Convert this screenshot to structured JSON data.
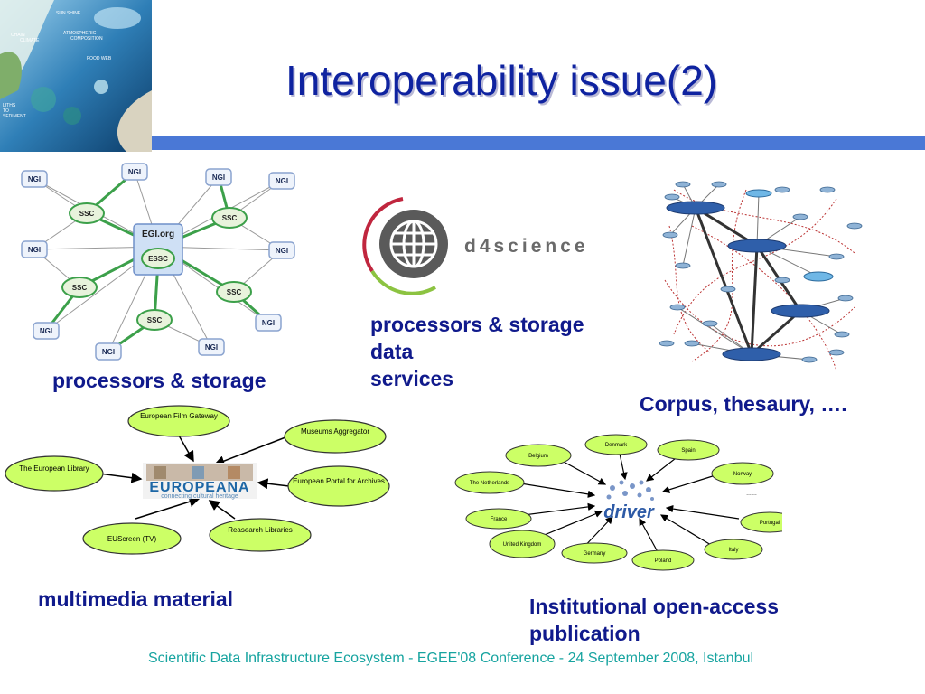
{
  "slide": {
    "title": "Interoperability issue(2)",
    "footer": "Scientific Data Infrastructure Ecosystem - EGEE'08 Conference - 24 September 2008, Istanbul"
  },
  "corner_image": {
    "labels": [
      "SUN SHINE",
      "CHAIN",
      "ATMOSPHERIC",
      "COMPOSITION",
      "CLIMATE",
      "FOOD WEB",
      "LITHS",
      "TO",
      "SEDIMENT"
    ]
  },
  "egi_diagram": {
    "hub_title": "EGI.org",
    "hub_core": "ESSC",
    "ssc_label": "SSC",
    "ngi_label": "NGI",
    "caption": "processors & storage"
  },
  "d4science": {
    "logo_text": "d4science",
    "caption_lines": [
      "processors & storage",
      "data",
      "services"
    ]
  },
  "corpus": {
    "caption": "Corpus, thesaury,  …."
  },
  "europeana": {
    "logo_text": "EUROPEANA",
    "tagline": "connecting cultural heritage",
    "nodes": [
      "European Film Gateway",
      "Museums Aggregator",
      "The European Library",
      "European Portal for Archives",
      "EUScreen (TV)",
      "Reasearch Libraries"
    ],
    "caption": "multimedia material"
  },
  "driver": {
    "logo_text": "driver",
    "nodes": [
      "Denmark",
      "Spain",
      "Belgium",
      "Norway",
      "The Netherlands",
      "France",
      "Portugal",
      "United Kingdom",
      "Italy",
      "Germany",
      "Poland"
    ],
    "ellipsis": "……",
    "caption_lines": [
      "Institutional open-access",
      "publication"
    ]
  },
  "colors": {
    "title": "#0f23a0",
    "caption": "#101a8c",
    "footer": "#17a4a0",
    "bar": "#4a78d6",
    "cloud": "#ccff66",
    "grid_green": "#3ca04a"
  }
}
